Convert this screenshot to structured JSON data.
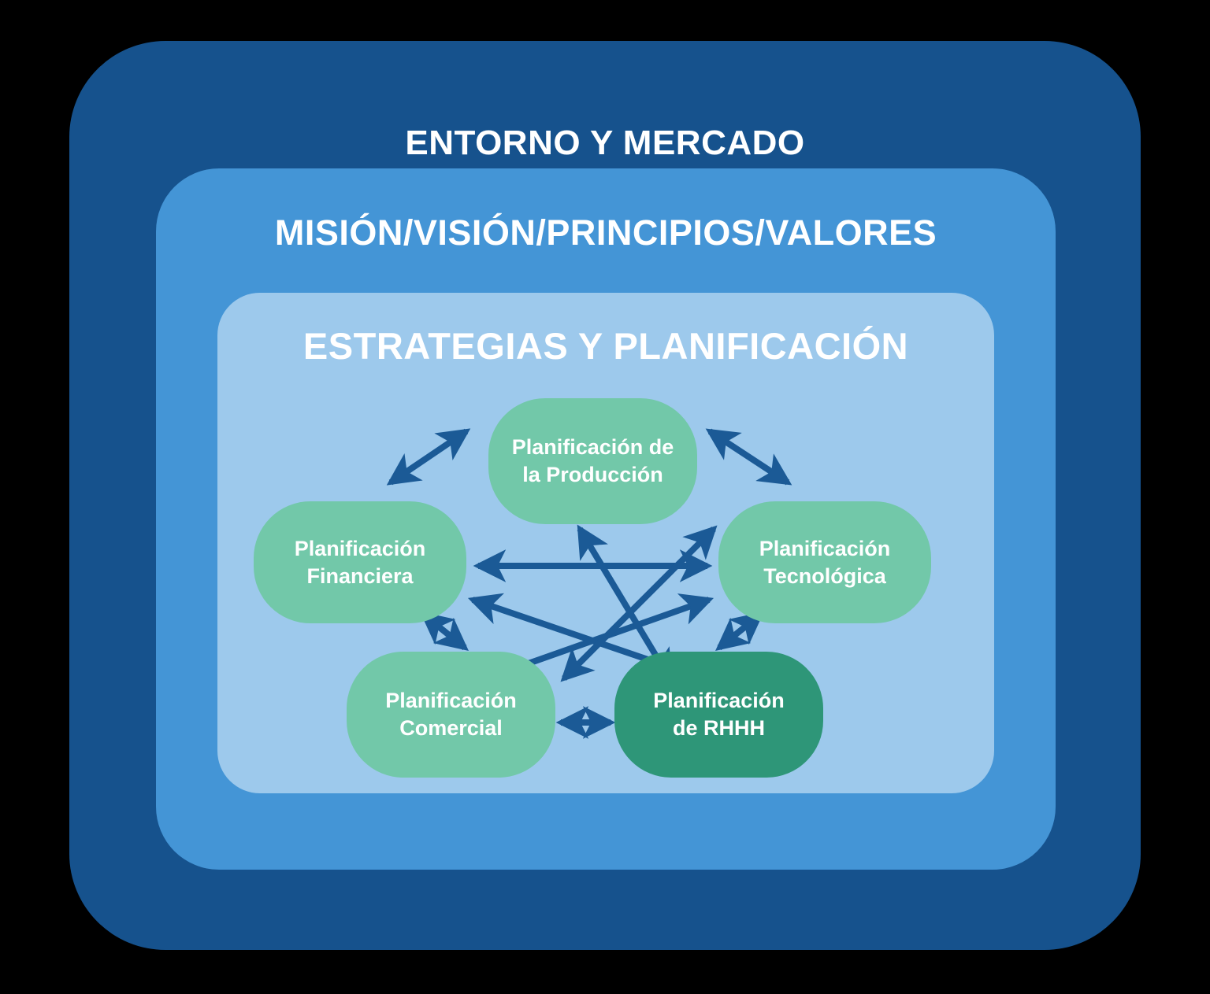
{
  "diagram": {
    "title": "ENTORNO Y MERCADO",
    "layers": [
      {
        "id": "entorno",
        "label": "ENTORNO Y MERCADO",
        "color": "#16528D"
      },
      {
        "id": "mision",
        "label": "MISIÓN/VISIÓN/PRINCIPIOS/VALORES",
        "color": "#4495D6"
      },
      {
        "id": "estrategias",
        "label": "ESTRATEGIAS Y PLANIFICACIÓN",
        "color": "#9DC9EC"
      }
    ],
    "nodes": [
      {
        "id": "produccion",
        "label": "Planificación de\nla Producción",
        "color": "#72C8A9"
      },
      {
        "id": "financiera",
        "label": "Planificación\nFinanciera",
        "color": "#72C8A9"
      },
      {
        "id": "tecnologica",
        "label": "Planificación\nTecnológica",
        "color": "#72C8A9"
      },
      {
        "id": "comercial",
        "label": "Planificación\nComercial",
        "color": "#72C8A9"
      },
      {
        "id": "rhhh",
        "label": "Planificación\nde RHHH",
        "color": "#2E9678"
      }
    ],
    "connections": [
      {
        "from": "financiera",
        "to": "produccion",
        "type": "double"
      },
      {
        "from": "produccion",
        "to": "tecnologica",
        "type": "double"
      },
      {
        "from": "financiera",
        "to": "tecnologica",
        "type": "double"
      },
      {
        "from": "financiera",
        "to": "comercial",
        "type": "double"
      },
      {
        "from": "tecnologica",
        "to": "rhhh",
        "type": "double"
      },
      {
        "from": "comercial",
        "to": "rhhh",
        "type": "double"
      },
      {
        "from": "financiera",
        "to": "rhhh",
        "type": "double"
      },
      {
        "from": "tecnologica",
        "to": "comercial",
        "type": "double"
      },
      {
        "from": "comercial",
        "to": "tecnologica",
        "type": "double"
      },
      {
        "from": "rhhh",
        "to": "financiera",
        "type": "double"
      }
    ],
    "arrow_color": "#1B5A96",
    "background": "#000000"
  }
}
